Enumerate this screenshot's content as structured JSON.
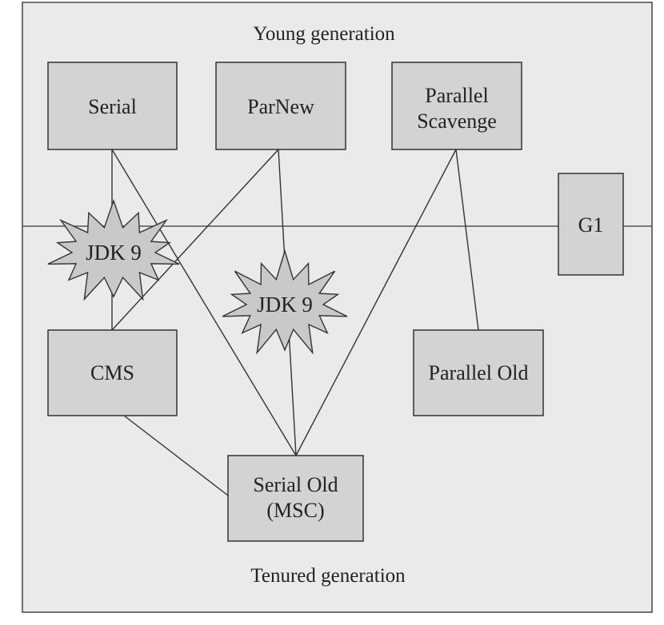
{
  "regions": {
    "young": "Young generation",
    "tenured": "Tenured generation"
  },
  "collectors": {
    "serial": [
      "Serial"
    ],
    "parnew": [
      "ParNew"
    ],
    "parallel_scavenge": [
      "Parallel",
      "Scavenge"
    ],
    "g1": [
      "G1"
    ],
    "cms": [
      "CMS"
    ],
    "parallel_old": [
      "Parallel Old"
    ],
    "serial_old": [
      "Serial Old",
      "(MSC)"
    ]
  },
  "deprecations": [
    {
      "label": "JDK 9",
      "between": [
        "serial",
        "cms"
      ]
    },
    {
      "label": "JDK 9",
      "between": [
        "parnew",
        "serial_old"
      ]
    }
  ],
  "combinations": [
    [
      "serial",
      "cms"
    ],
    [
      "serial",
      "serial_old"
    ],
    [
      "parnew",
      "cms"
    ],
    [
      "parnew",
      "serial_old"
    ],
    [
      "parallel_scavenge",
      "serial_old"
    ],
    [
      "parallel_scavenge",
      "parallel_old"
    ],
    [
      "cms",
      "serial_old"
    ]
  ]
}
